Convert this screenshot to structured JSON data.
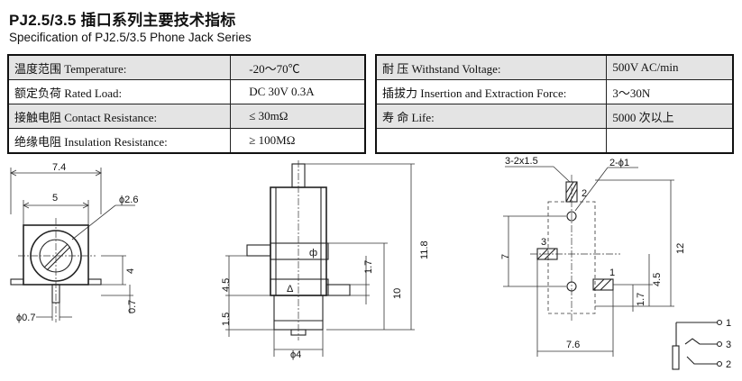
{
  "header": {
    "title": "PJ2.5/3.5 插口系列主要技术指标",
    "subtitle": "Specification of PJ2.5/3.5 Phone Jack Series"
  },
  "spec_left": [
    {
      "label": "温度范围 Temperature:",
      "value": "-20～70℃"
    },
    {
      "label": "额定负荷 Rated Load:",
      "value": "DC 30V 0.3A"
    },
    {
      "label": "接触电阻 Contact Resistance:",
      "value": "≤ 30mΩ"
    },
    {
      "label": "绝缘电阻 Insulation Resistance:",
      "value": "≥ 100MΩ"
    }
  ],
  "spec_right": [
    {
      "label": "耐 压 Withstand Voltage:",
      "value": "500V AC/min"
    },
    {
      "label": "插拔力 Insertion and Extraction Force:",
      "value": "3～30N"
    },
    {
      "label": "寿 命 Life:",
      "value": "5000 次以上"
    },
    {
      "label": "",
      "value": ""
    }
  ],
  "drawing1": {
    "width": "7.4",
    "inner": "5",
    "dia": "ϕ2.6",
    "height": "4",
    "pin": "ϕ0.7",
    "pin_h": "0.7"
  },
  "drawing2": {
    "h10": "10",
    "h118": "11.8",
    "h45": "4.5",
    "h17": "1.7",
    "h15": "1.5",
    "dia": "ϕ4",
    "mark": "ф"
  },
  "drawing3": {
    "slot": "3-2x1.5",
    "holes": "2-ϕ1",
    "h12": "12",
    "h7": "7",
    "h45": "4.5",
    "h17": "1.7",
    "w76": "7.6",
    "pin1": "1",
    "pin2": "2",
    "pin3": "3"
  },
  "schematic": {
    "p1": "1",
    "p3": "3",
    "p2": "2"
  }
}
